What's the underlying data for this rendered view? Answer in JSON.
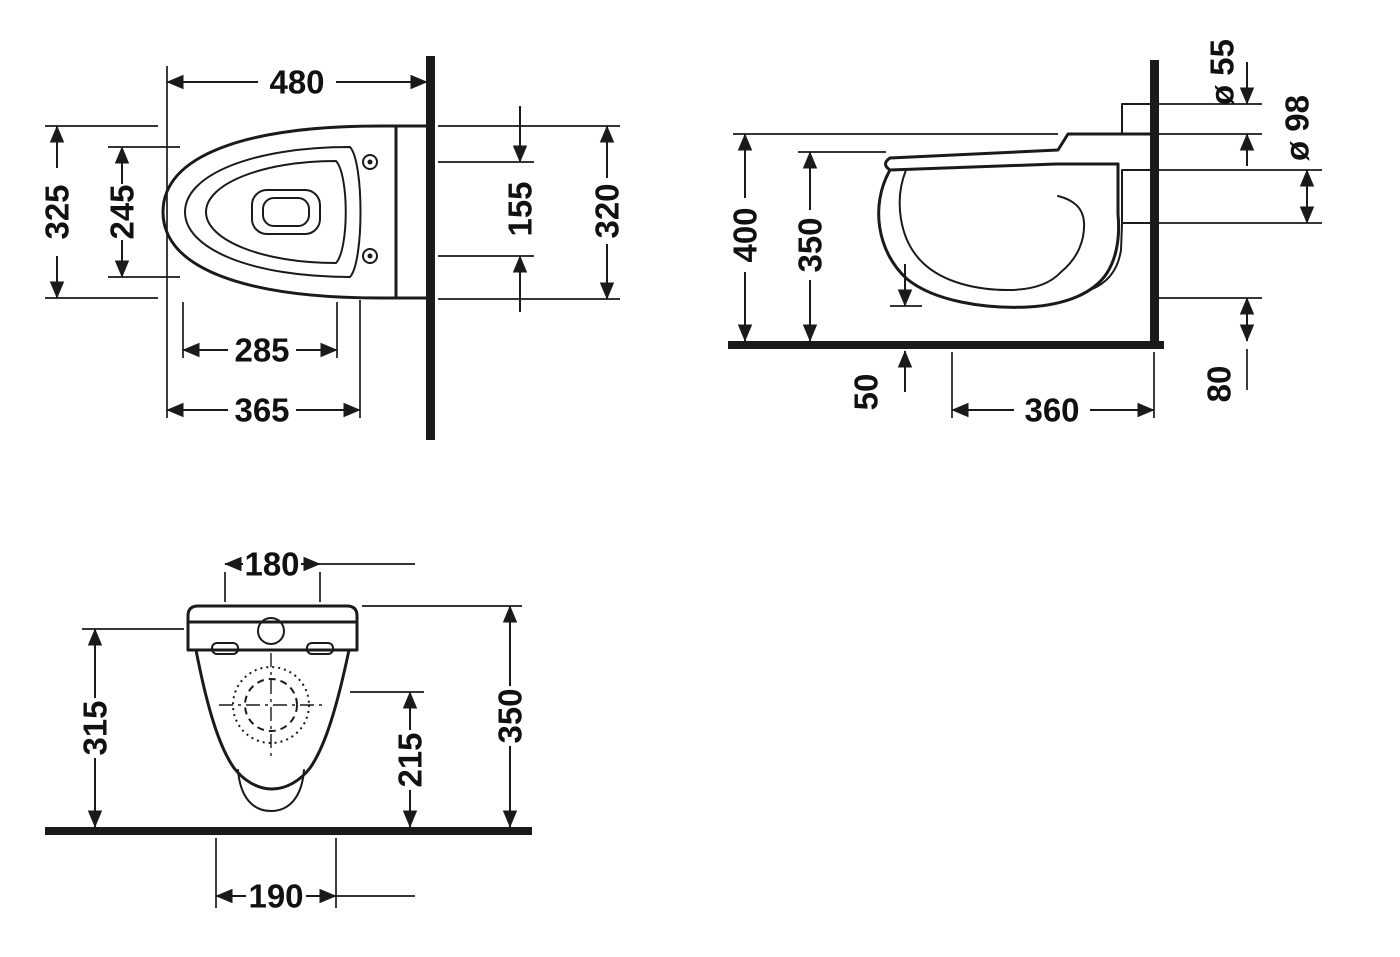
{
  "page": {
    "background": "#ffffff",
    "line_color": "#1a1a1a"
  },
  "views": {
    "top": {
      "dims": {
        "d480": "480",
        "d325": "325",
        "d245": "245",
        "d285": "285",
        "d365": "365",
        "d155": "155",
        "d320": "320"
      }
    },
    "side": {
      "dims": {
        "d400": "400",
        "d350": "350",
        "d50": "50",
        "d360": "360",
        "d55": "ø 55",
        "d98": "ø 98",
        "d80": "80"
      }
    },
    "front": {
      "dims": {
        "d180": "180",
        "d315": "315",
        "d215": "215",
        "d350": "350",
        "d190": "190"
      }
    }
  }
}
